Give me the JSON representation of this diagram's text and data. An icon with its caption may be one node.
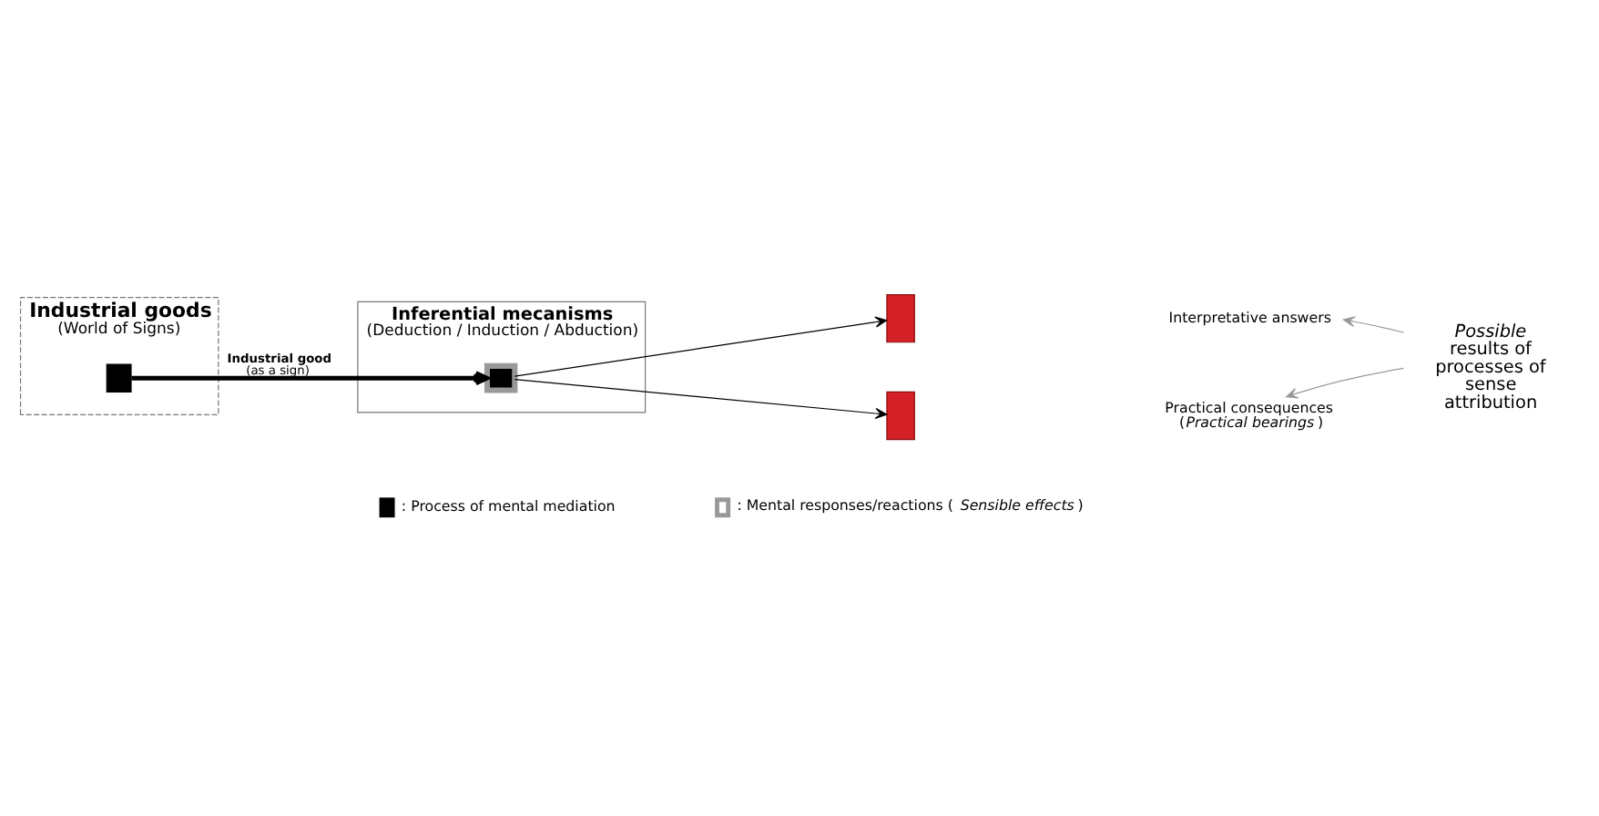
{
  "diagram": {
    "nodes": [
      {
        "text": [
          "Industrial goods",
          "(World of Signs)"
        ]
      },
      {
        "text": [],
        "shape": "box",
        "in": 0
      },
      {
        "text": [
          "Inferential mecanisms",
          "(Deduction / Induction / Abduction)"
        ]
      },
      {
        "text": [],
        "shape": "box",
        "in": 2
      },
      {
        "text": [],
        "shape": "box"
      },
      {
        "text": [],
        "shape": "box"
      },
      {
        "text": [
          "Interpretative answers"
        ]
      },
      {
        "text": [
          "Practical consequences (*Practical bearings*)"
        ]
      },
      {
        "text": [
          "*Possible* results of processes of sense attribution"
        ]
      }
    ],
    "edges": [
      {
        "from": 1,
        "to": 3,
        "arrow": "to",
        "label": "**Industrial good** (as a sign)",
        "style": "thick"
      },
      {
        "from": 3,
        "to": 4,
        "arrow": "to"
      },
      {
        "from": 3,
        "to": 5,
        "arrow": "to"
      },
      {
        "from": 8,
        "to": 6,
        "arrow": "to",
        "color": "#999999"
      },
      {
        "from": 8,
        "to": 7,
        "arrow": "to",
        "color": "#999999"
      }
    ],
    "legend": [
      {
        "text": ": Process of mental mediation"
      },
      {
        "text": ": Mental responses/reactions (*Sensible effects*)"
      }
    ]
  }
}
